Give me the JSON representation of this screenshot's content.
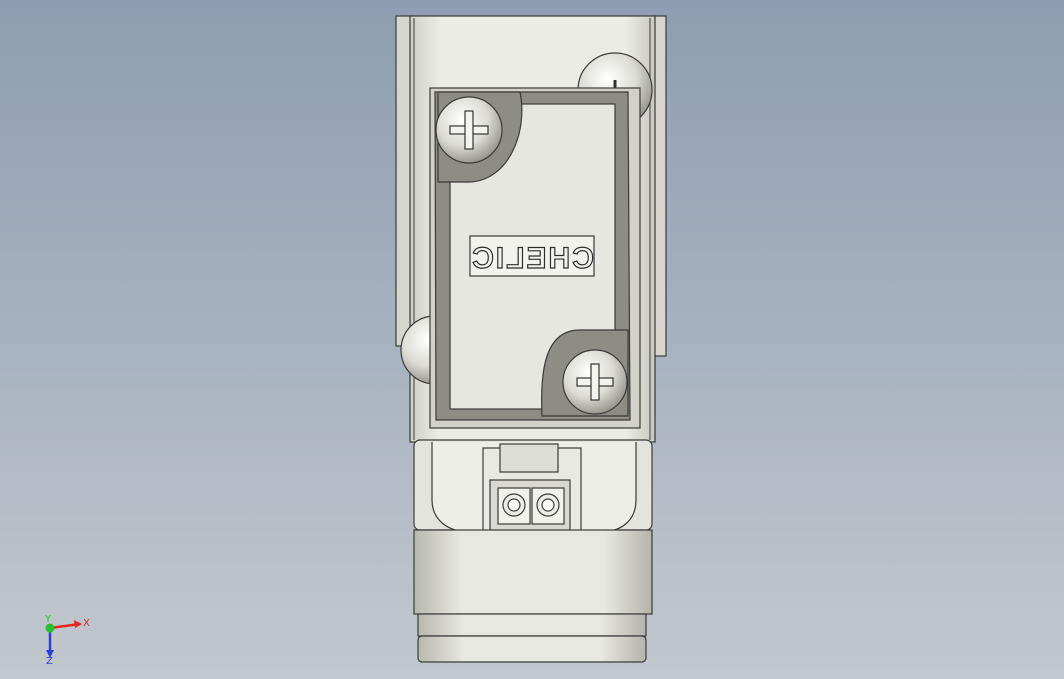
{
  "viewport": {
    "background_top": "#8e9db1",
    "background_bottom": "#c3c8ce",
    "model_fill": "#e6e6e1",
    "model_shadow": "#b9b9b2",
    "edge_color": "#3a3a3a"
  },
  "part": {
    "brand_label": "CHELIC",
    "screw_icon": "phillips-screw-icon",
    "connector_icon": "two-pin-connector-icon"
  },
  "triad": {
    "x_label": "X",
    "y_label": "Y",
    "z_label": "Z",
    "x_color": "#e8281e",
    "y_color": "#22c12a",
    "z_color": "#2a3fd6"
  }
}
